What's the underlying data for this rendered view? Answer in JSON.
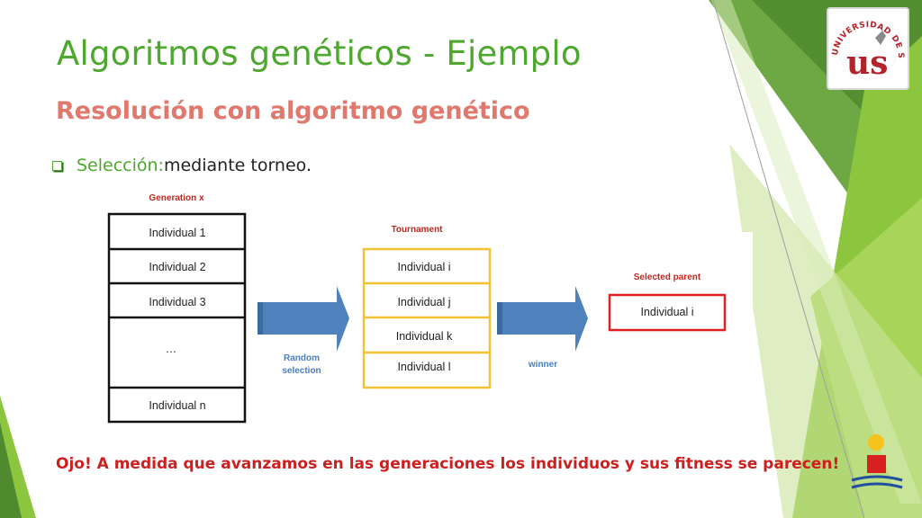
{
  "slide": {
    "title": "Algoritmos genéticos - Ejemplo",
    "subtitle": "Resolución con algoritmo genético",
    "bullet": {
      "keyword": "Selección:",
      "text": " mediante torneo."
    },
    "footer": "Ojo! A medida que avanzamos en las generaciones los individuos y sus fitness se parecen!"
  },
  "diagram": {
    "generation": {
      "label": "Generation x",
      "items": [
        "Individual 1",
        "Individual 2",
        "Individual 3",
        "…",
        "Individual n"
      ]
    },
    "tournament": {
      "label": "Tournament",
      "items": [
        "Individual i",
        "Individual j",
        "Individual k",
        "Individual l"
      ]
    },
    "selected": {
      "label": "Selected parent",
      "item": "Individual i"
    },
    "arrow1_label": [
      "Random",
      "selection"
    ],
    "arrow2_label": "winner"
  },
  "logo": {
    "ring_text": "UNIVERSIDAD DE SEVILLA",
    "letters": "us"
  },
  "colors": {
    "title_green": "#4ea72e",
    "subtitle_coral": "#e0786d",
    "label_red": "#c0281e",
    "tournament_border": "#f2c230",
    "selected_border": "#e02020",
    "arrow_blue": "#4f81bd",
    "footer_red": "#cc1f1f"
  }
}
